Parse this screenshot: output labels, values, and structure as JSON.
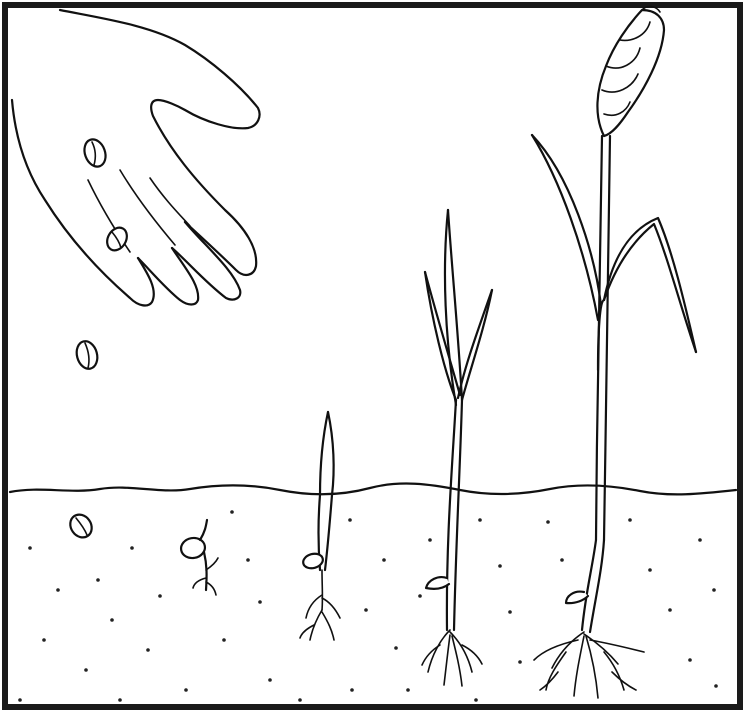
{
  "scene": {
    "subject": "wheat-growth-stages",
    "colors": {
      "ink": "#111111",
      "background": "#ffffff",
      "frame": "#1a1a1a"
    },
    "stages": [
      {
        "name": "seed-sowing",
        "icon": "hand-icon"
      },
      {
        "name": "germination",
        "icon": "sprouting-seed-icon"
      },
      {
        "name": "seedling",
        "icon": "seedling-icon"
      },
      {
        "name": "tillering",
        "icon": "young-plant-icon"
      },
      {
        "name": "heading",
        "icon": "wheat-ear-icon"
      }
    ]
  }
}
